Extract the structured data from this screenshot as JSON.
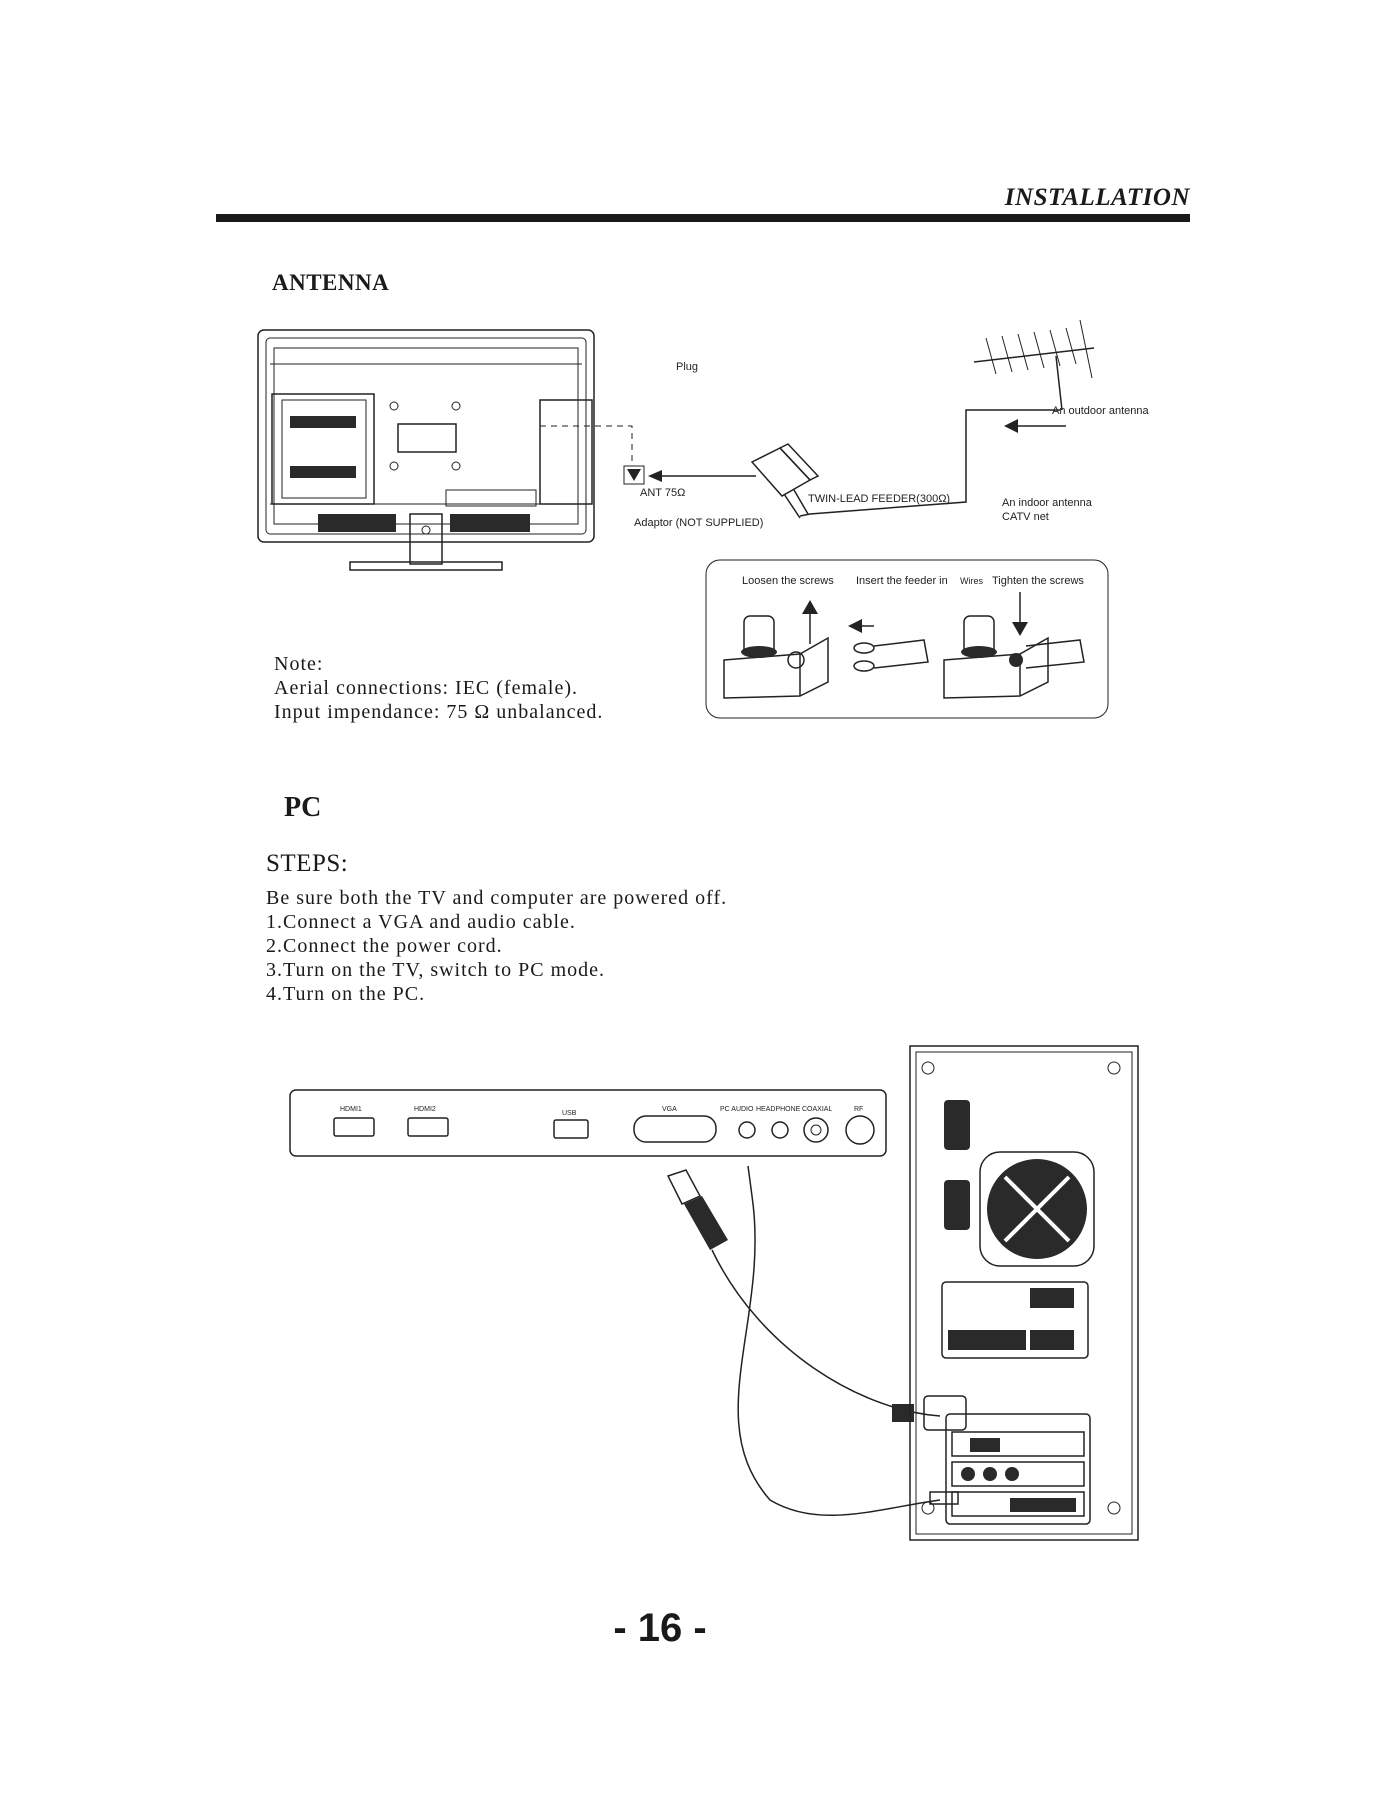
{
  "header": {
    "title": "INSTALLATION"
  },
  "antenna": {
    "heading": "ANTENNA",
    "labels": {
      "plug": "Plug",
      "outdoor": "An outdoor antenna",
      "ant": "ANT 75Ω",
      "twin_lead": "TWIN-LEAD FEEDER(300Ω)",
      "indoor": "An indoor antenna",
      "catv": "CATV net",
      "adaptor": "Adaptor  (NOT SUPPLIED)",
      "loosen": "Loosen the screws",
      "insert": "Insert the feeder in",
      "wires": "Wires",
      "tighten": "Tighten the screws"
    },
    "note": [
      "Note:",
      "Aerial connections: IEC (female).",
      "Input impendance: 75 Ω unbalanced."
    ]
  },
  "pc": {
    "heading": "PC",
    "steps_title": "STEPS:",
    "steps": [
      "Be sure both the TV and computer are powered off.",
      "1.Connect a VGA and audio cable.",
      "2.Connect the power cord.",
      "3.Turn on the TV, switch  to PC mode.",
      "4.Turn on the PC."
    ],
    "panel_labels": {
      "hdmi1": "HDMI1",
      "hdmi2": "HDMI2",
      "usb": "USB",
      "vga": "VGA",
      "pc_audio": "PC AUDIO",
      "headphone": "HEADPHONE",
      "coaxial": "COAXIAL",
      "rf": "RF"
    }
  },
  "footer": {
    "page": "- 16 -"
  }
}
